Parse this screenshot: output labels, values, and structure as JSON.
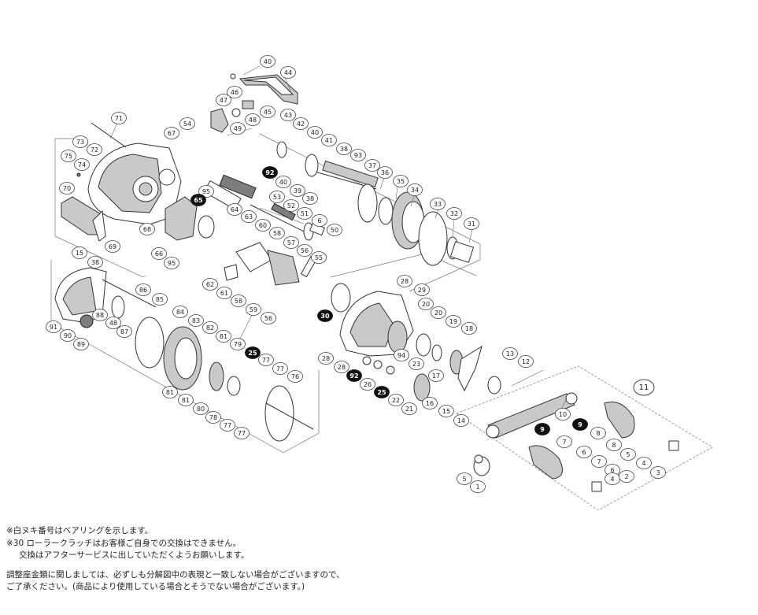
{
  "notes": {
    "line1": "※白ヌキ番号はベアリングを示します。",
    "line2": "※30 ローラークラッチはお客様ご自身での交換はできません。",
    "line3": "交換はアフターサービスに出していただくようお願いします。",
    "line4": "調整座金類に関しましては、必ずしも分解図中の表現と一致しない場合がございますので、",
    "line5": "ご了承ください。(商品により使用している場合とそうでない場合がございます。)"
  },
  "callouts": [
    {
      "n": "40",
      "bearing": false
    },
    {
      "n": "44",
      "bearing": false
    },
    {
      "n": "46",
      "bearing": false
    },
    {
      "n": "47",
      "bearing": false
    },
    {
      "n": "45",
      "bearing": false
    },
    {
      "n": "48",
      "bearing": false
    },
    {
      "n": "43",
      "bearing": false
    },
    {
      "n": "42",
      "bearing": false
    },
    {
      "n": "71",
      "bearing": false
    },
    {
      "n": "49",
      "bearing": false
    },
    {
      "n": "54",
      "bearing": false
    },
    {
      "n": "40",
      "bearing": false
    },
    {
      "n": "67",
      "bearing": false
    },
    {
      "n": "41",
      "bearing": false
    },
    {
      "n": "73",
      "bearing": false
    },
    {
      "n": "72",
      "bearing": false
    },
    {
      "n": "38",
      "bearing": false
    },
    {
      "n": "75",
      "bearing": false
    },
    {
      "n": "93",
      "bearing": false
    },
    {
      "n": "74",
      "bearing": false
    },
    {
      "n": "37",
      "bearing": false
    },
    {
      "n": "92",
      "bearing": true
    },
    {
      "n": "36",
      "bearing": false
    },
    {
      "n": "40",
      "bearing": false
    },
    {
      "n": "35",
      "bearing": false
    },
    {
      "n": "39",
      "bearing": false
    },
    {
      "n": "70",
      "bearing": false
    },
    {
      "n": "95",
      "bearing": false
    },
    {
      "n": "34",
      "bearing": false
    },
    {
      "n": "38",
      "bearing": false
    },
    {
      "n": "65",
      "bearing": true
    },
    {
      "n": "53",
      "bearing": false
    },
    {
      "n": "52",
      "bearing": false
    },
    {
      "n": "33",
      "bearing": false
    },
    {
      "n": "64",
      "bearing": false
    },
    {
      "n": "51",
      "bearing": false
    },
    {
      "n": "32",
      "bearing": false
    },
    {
      "n": "63",
      "bearing": false
    },
    {
      "n": "6",
      "bearing": false
    },
    {
      "n": "60",
      "bearing": false
    },
    {
      "n": "31",
      "bearing": false
    },
    {
      "n": "68",
      "bearing": false
    },
    {
      "n": "50",
      "bearing": false
    },
    {
      "n": "58",
      "bearing": false
    },
    {
      "n": "57",
      "bearing": false
    },
    {
      "n": "69",
      "bearing": false
    },
    {
      "n": "66",
      "bearing": false
    },
    {
      "n": "56",
      "bearing": false
    },
    {
      "n": "15",
      "bearing": false
    },
    {
      "n": "95",
      "bearing": false
    },
    {
      "n": "55",
      "bearing": false
    },
    {
      "n": "38",
      "bearing": false
    },
    {
      "n": "62",
      "bearing": false
    },
    {
      "n": "28",
      "bearing": false
    },
    {
      "n": "86",
      "bearing": false
    },
    {
      "n": "61",
      "bearing": false
    },
    {
      "n": "29",
      "bearing": false
    },
    {
      "n": "85",
      "bearing": false
    },
    {
      "n": "58",
      "bearing": false
    },
    {
      "n": "59",
      "bearing": false
    },
    {
      "n": "30",
      "bearing": true
    },
    {
      "n": "20",
      "bearing": false
    },
    {
      "n": "84",
      "bearing": false
    },
    {
      "n": "88",
      "bearing": false
    },
    {
      "n": "83",
      "bearing": false
    },
    {
      "n": "56",
      "bearing": false
    },
    {
      "n": "20",
      "bearing": false
    },
    {
      "n": "91",
      "bearing": false
    },
    {
      "n": "48",
      "bearing": false
    },
    {
      "n": "19",
      "bearing": false
    },
    {
      "n": "87",
      "bearing": false
    },
    {
      "n": "82",
      "bearing": false
    },
    {
      "n": "18",
      "bearing": false
    },
    {
      "n": "90",
      "bearing": false
    },
    {
      "n": "81",
      "bearing": false
    },
    {
      "n": "89",
      "bearing": false
    },
    {
      "n": "79",
      "bearing": false
    },
    {
      "n": "25",
      "bearing": true
    },
    {
      "n": "13",
      "bearing": false
    },
    {
      "n": "28",
      "bearing": false
    },
    {
      "n": "94",
      "bearing": false
    },
    {
      "n": "77",
      "bearing": false
    },
    {
      "n": "28",
      "bearing": false
    },
    {
      "n": "23",
      "bearing": false
    },
    {
      "n": "12",
      "bearing": false
    },
    {
      "n": "77",
      "bearing": false
    },
    {
      "n": "92",
      "bearing": true
    },
    {
      "n": "17",
      "bearing": false
    },
    {
      "n": "76",
      "bearing": false
    },
    {
      "n": "26",
      "bearing": false
    },
    {
      "n": "25",
      "bearing": true
    },
    {
      "n": "11",
      "bearing": false
    },
    {
      "n": "81",
      "bearing": false
    },
    {
      "n": "22",
      "bearing": false
    },
    {
      "n": "16",
      "bearing": false
    },
    {
      "n": "81",
      "bearing": false
    },
    {
      "n": "21",
      "bearing": false
    },
    {
      "n": "15",
      "bearing": false
    },
    {
      "n": "80",
      "bearing": false
    },
    {
      "n": "10",
      "bearing": false
    },
    {
      "n": "9",
      "bearing": true
    },
    {
      "n": "78",
      "bearing": false
    },
    {
      "n": "14",
      "bearing": false
    },
    {
      "n": "77",
      "bearing": false
    },
    {
      "n": "9",
      "bearing": true
    },
    {
      "n": "8",
      "bearing": false
    },
    {
      "n": "77",
      "bearing": false
    },
    {
      "n": "7",
      "bearing": false
    },
    {
      "n": "8",
      "bearing": false
    },
    {
      "n": "6",
      "bearing": false
    },
    {
      "n": "5",
      "bearing": false
    },
    {
      "n": "7",
      "bearing": false
    },
    {
      "n": "4",
      "bearing": false
    },
    {
      "n": "6",
      "bearing": false
    },
    {
      "n": "3",
      "bearing": false
    },
    {
      "n": "5",
      "bearing": false
    },
    {
      "n": "4",
      "bearing": false
    },
    {
      "n": "2",
      "bearing": false
    },
    {
      "n": "1",
      "bearing": false
    }
  ]
}
